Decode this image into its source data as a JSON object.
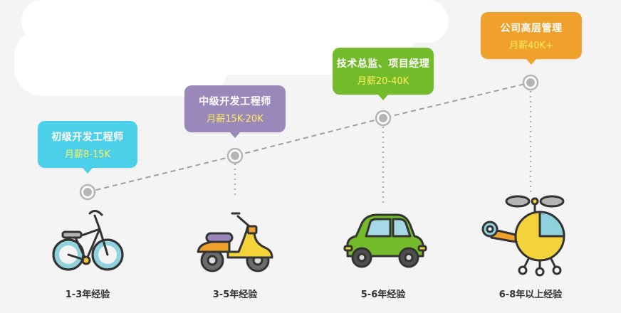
{
  "stages": [
    {
      "title": "初级开发工程师",
      "salary": "月薪8-15K",
      "caption": "1-3年经验",
      "color": "#4ccfe8",
      "salary_color": "#ffef5a",
      "icon": "bicycle-icon"
    },
    {
      "title": "中级开发工程师",
      "salary": "月薪15K-20K",
      "caption": "3-5年经验",
      "color": "#9a88bb",
      "salary_color": "#ffef5a",
      "icon": "scooter-icon"
    },
    {
      "title": "技术总监、项目经理",
      "salary": "月薪20-40K",
      "caption": "5-6年经验",
      "color": "#73bb2b",
      "salary_color": "#ffef5a",
      "icon": "car-icon"
    },
    {
      "title": "公司高层管理",
      "salary": "月薪40K+",
      "caption": "6-8年以上经验",
      "color": "#f0a12b",
      "salary_color": "#ffef5a",
      "icon": "helicopter-icon"
    }
  ]
}
